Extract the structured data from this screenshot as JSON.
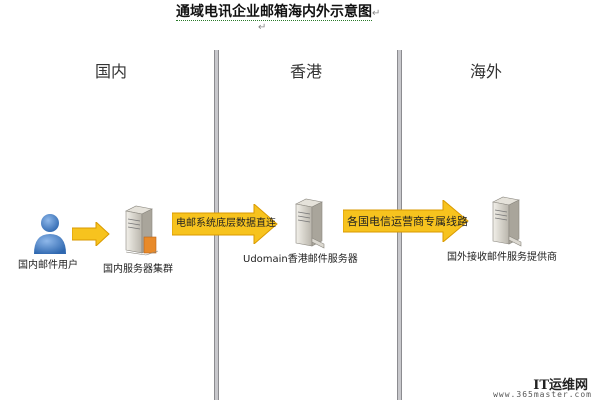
{
  "title": "通域电讯企业邮箱海内外示意图",
  "title_mark": "↵",
  "regions": {
    "domestic": "国内",
    "hongkong": "香港",
    "overseas": "海外"
  },
  "nodes": {
    "user": "国内邮件用户",
    "server_cluster": "国内服务器集群",
    "hk_server": "Udomain香港邮件服务器",
    "overseas_provider": "国外接收邮件服务提供商"
  },
  "links": {
    "direct": "电邮系统底层数据直连",
    "carrier": "各国电信运营商专属线路"
  },
  "watermark": {
    "brand": "IT运维网",
    "url": "www.365master.com"
  },
  "colors": {
    "arrow_fill": "#f7c31e",
    "arrow_stroke": "#d99a00",
    "user_blue": "#3c79c2",
    "server_gray": "#c9c6be",
    "cluster_orange": "#e88a2a"
  }
}
